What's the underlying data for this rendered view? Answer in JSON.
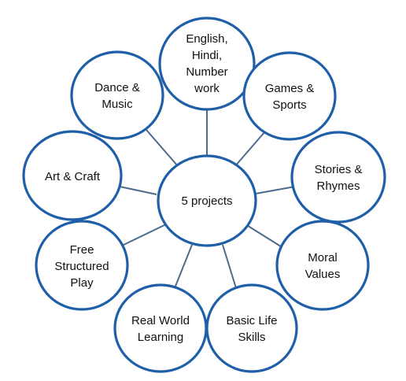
{
  "diagram": {
    "center": {
      "label": "5 projects"
    },
    "nodes": [
      {
        "id": "english-hindi-number-work",
        "label": "English,\nHindi,\nNumber\nwork"
      },
      {
        "id": "games-sports",
        "label": "Games &\nSports"
      },
      {
        "id": "stories-rhymes",
        "label": "Stories &\nRhymes"
      },
      {
        "id": "moral-values",
        "label": "Moral\nValues"
      },
      {
        "id": "basic-life-skills",
        "label": "Basic Life\nSkills"
      },
      {
        "id": "real-world-learning",
        "label": "Real World\nLearning"
      },
      {
        "id": "free-structured-play",
        "label": "Free\nStructured\nPlay"
      },
      {
        "id": "art-craft",
        "label": "Art & Craft"
      },
      {
        "id": "dance-music",
        "label": "Dance &\nMusic"
      }
    ],
    "colors": {
      "circle_stroke": "#1f5fa8",
      "connector": "#4d6a8a",
      "fill": "#ffffff"
    }
  }
}
